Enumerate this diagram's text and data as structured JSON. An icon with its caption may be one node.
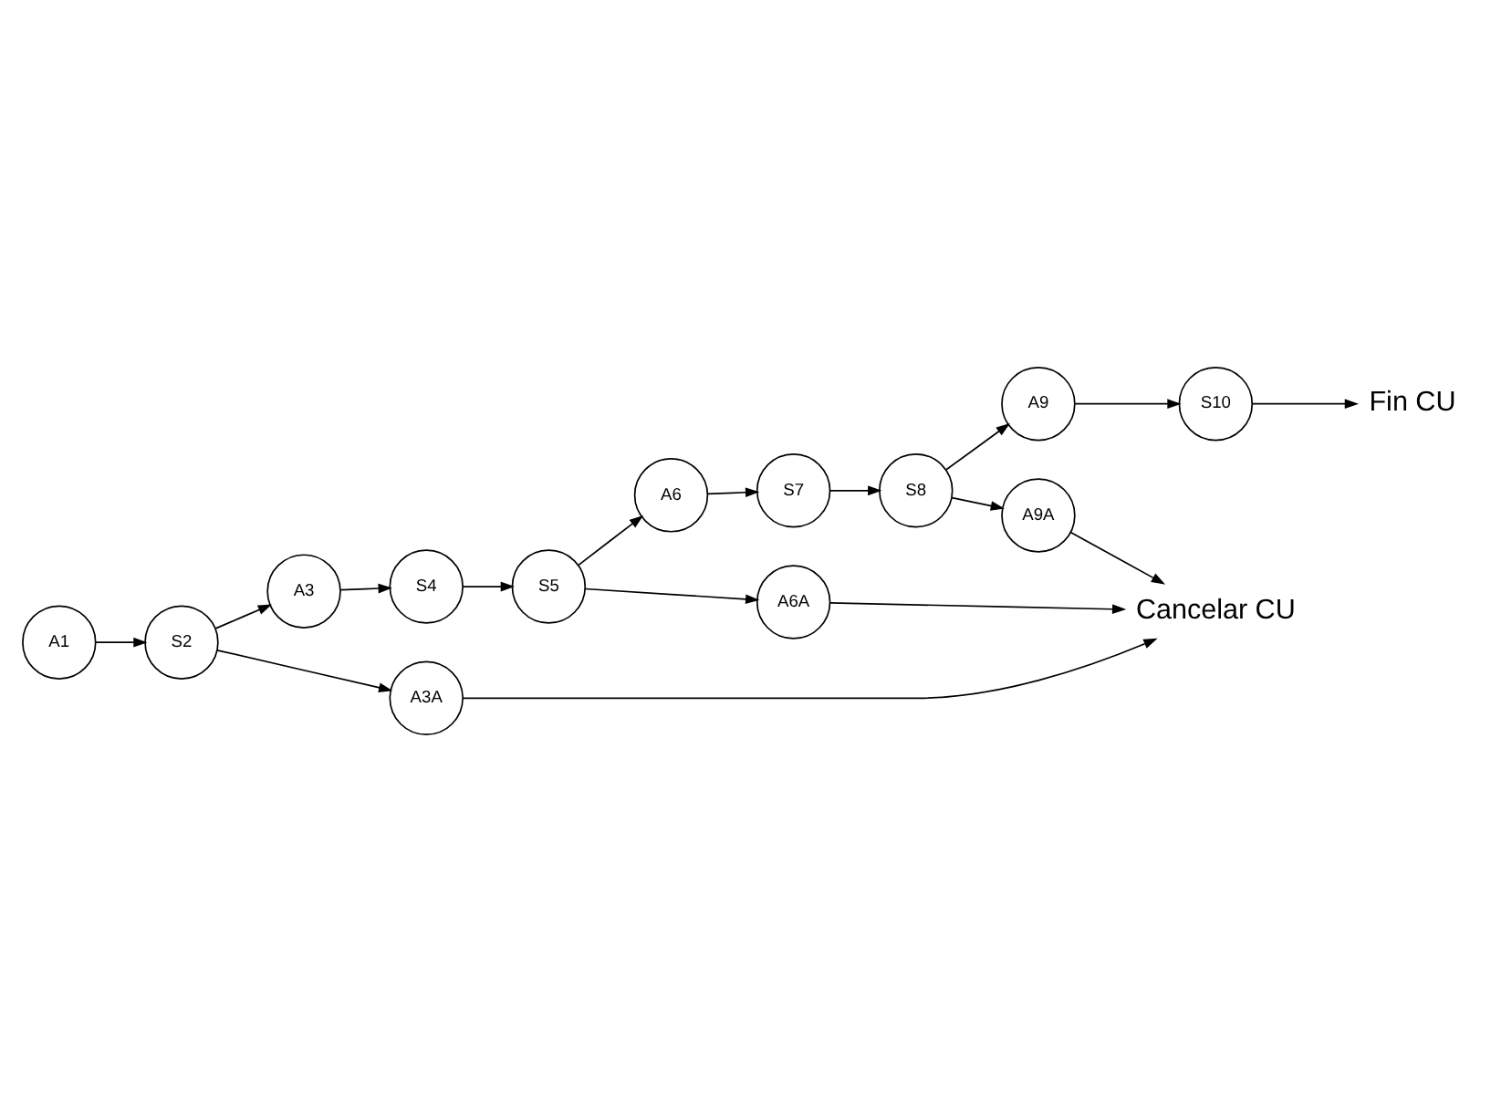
{
  "diagram": {
    "nodes": [
      {
        "text": [
          "A1"
        ]
      },
      {
        "text": [
          "S2"
        ]
      },
      {
        "text": [
          "Cancelar CU"
        ]
      },
      {
        "text": [
          "Fin CU"
        ]
      },
      {
        "text": [
          "A3"
        ]
      },
      {
        "text": [
          "A3A"
        ]
      },
      {
        "text": [
          "A9A"
        ]
      },
      {
        "text": [
          "A6A"
        ]
      },
      {
        "text": [
          "S4"
        ]
      },
      {
        "text": [
          "A9"
        ]
      },
      {
        "text": [
          "S10"
        ]
      },
      {
        "text": [
          "S7"
        ]
      },
      {
        "text": [
          "S8"
        ]
      },
      {
        "text": [
          "S5"
        ]
      },
      {
        "text": [
          "A6"
        ]
      }
    ],
    "edges": [
      {
        "from": 0,
        "to": 1,
        "arrow": "to"
      },
      {
        "from": 1,
        "to": 4,
        "arrow": "to"
      },
      {
        "from": 1,
        "to": 5,
        "arrow": "to"
      },
      {
        "from": 5,
        "to": 2,
        "arrow": "to"
      },
      {
        "from": 4,
        "to": 8,
        "arrow": "to"
      },
      {
        "from": 8,
        "to": 13,
        "arrow": "to"
      },
      {
        "from": 13,
        "to": 7,
        "arrow": "to"
      },
      {
        "from": 13,
        "to": 14,
        "arrow": "to"
      },
      {
        "from": 7,
        "to": 2,
        "arrow": "to"
      },
      {
        "from": 14,
        "to": 11,
        "arrow": "to"
      },
      {
        "from": 11,
        "to": 12,
        "arrow": "to"
      },
      {
        "from": 12,
        "to": 6,
        "arrow": "to"
      },
      {
        "from": 6,
        "to": 2,
        "arrow": "to"
      },
      {
        "from": 12,
        "to": 9,
        "arrow": "to"
      },
      {
        "from": 9,
        "to": 10,
        "arrow": "to"
      },
      {
        "from": 10,
        "to": 3,
        "arrow": "to"
      }
    ]
  }
}
